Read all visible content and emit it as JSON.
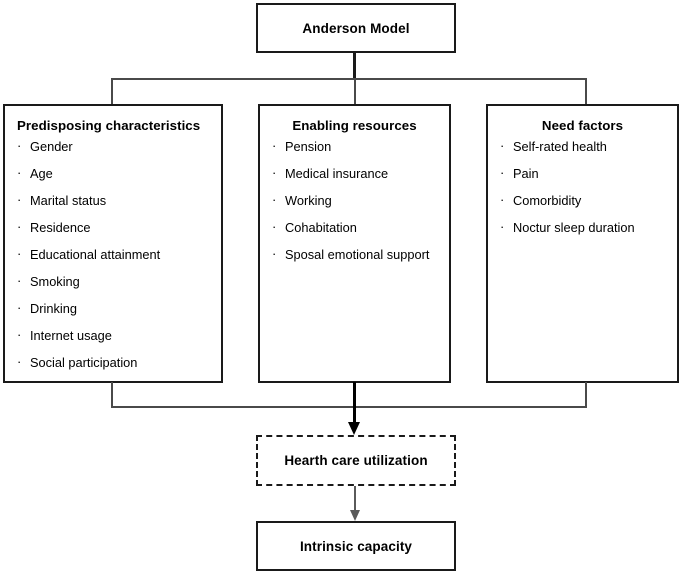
{
  "diagram": {
    "title": "Anderson Model conceptual framework",
    "accent_color": "#1a1a1a",
    "background_color": "#ffffff",
    "arrow_color_primary": "#000000",
    "arrow_color_secondary": "#5a5a5a",
    "bullet_glyph": "·"
  },
  "top_node": {
    "label": "Anderson Model"
  },
  "domains": [
    {
      "heading": "Predisposing characteristics",
      "items": [
        "Gender",
        "Age",
        "Marital status",
        "Residence",
        "Educational attainment",
        "Smoking",
        "Drinking",
        "Internet usage",
        "Social participation"
      ]
    },
    {
      "heading": "Enabling resources",
      "items": [
        "Pension",
        "Medical insurance",
        "Working",
        "Cohabitation",
        "Sposal emotional support"
      ]
    },
    {
      "heading": "Need factors",
      "items": [
        "Self-rated health",
        "Pain",
        "Comorbidity",
        "Noctur sleep duration"
      ]
    }
  ],
  "outcome_node": {
    "label": "Hearth care utilization"
  },
  "final_node": {
    "label": "Intrinsic capacity"
  }
}
